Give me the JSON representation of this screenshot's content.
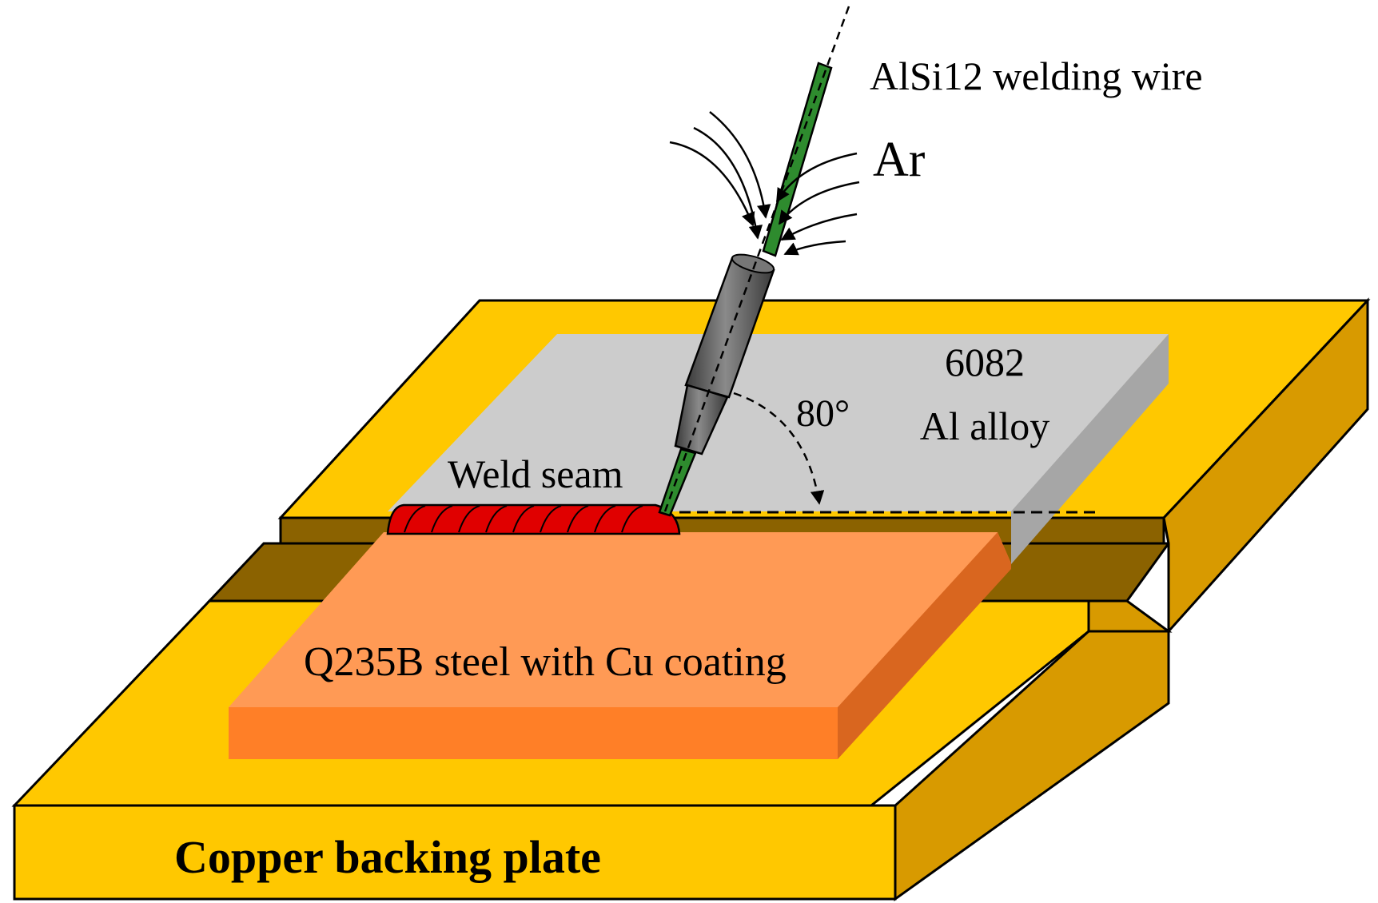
{
  "labels": {
    "wire": "AlSi12 welding wire",
    "gas": "Ar",
    "angle": "80°",
    "al_line1": "6082",
    "al_line2": "Al alloy",
    "weld": "Weld seam",
    "steel": "Q235B steel with Cu coating",
    "backing": "Copper backing plate"
  },
  "colors": {
    "backing_top": "#FFC800",
    "backing_side": "#D89A00",
    "groove": "#8B6200",
    "aluminum_top": "#CCCCCC",
    "aluminum_side": "#A6A6A6",
    "steel_top": "#FF9A55",
    "steel_front": "#FF7F27",
    "steel_side": "#D9661F",
    "weld_bead": "#E00000",
    "torch": "#595959",
    "wire": "#2E8B2E"
  },
  "angle_value_deg": 80
}
